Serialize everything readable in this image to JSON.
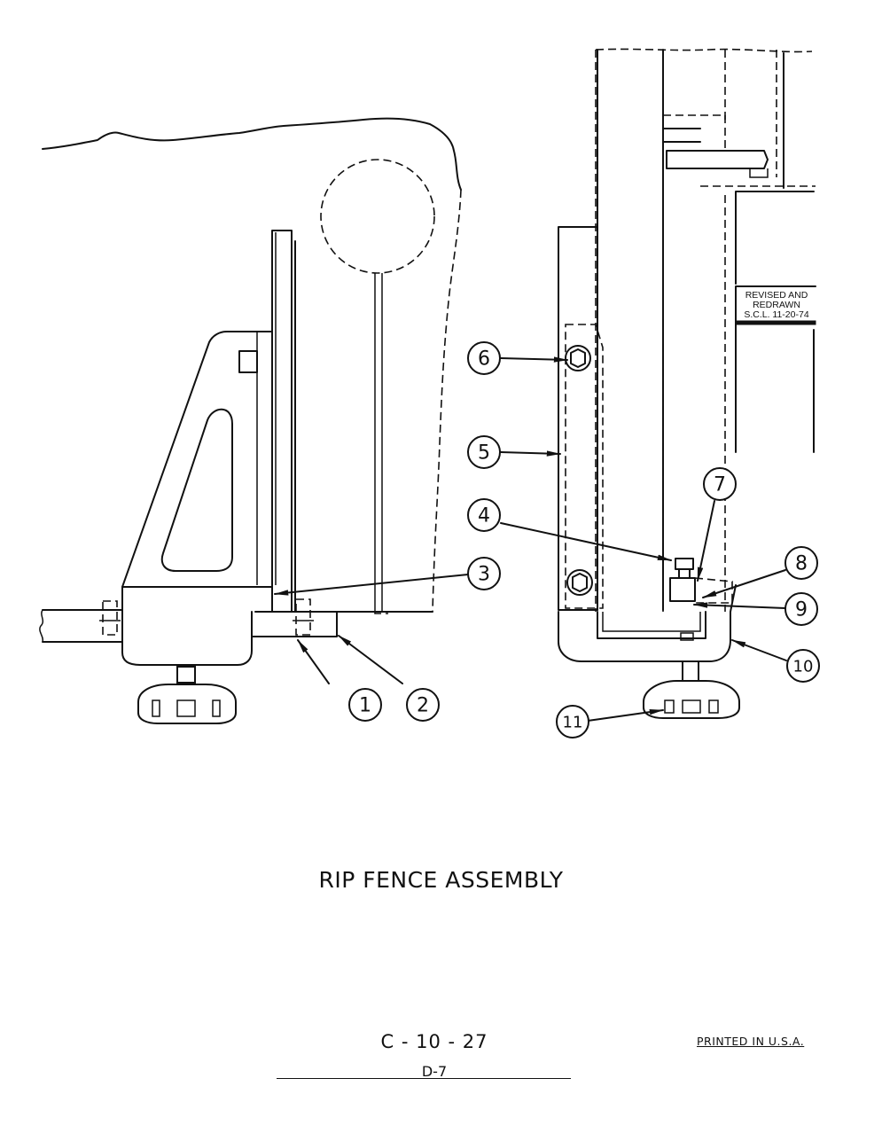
{
  "title": "RIP FENCE ASSEMBLY",
  "revision_stamp": {
    "line1": "REVISED AND",
    "line2": "REDRAWN",
    "line3": "S.C.L. 11-20-74"
  },
  "callouts": [
    "1",
    "2",
    "3",
    "4",
    "5",
    "6",
    "7",
    "8",
    "9",
    "10",
    "11"
  ],
  "footer": {
    "page_code": "C - 10 - 27",
    "sub_code": "D-7",
    "printed": "PRINTED IN U.S.A."
  }
}
